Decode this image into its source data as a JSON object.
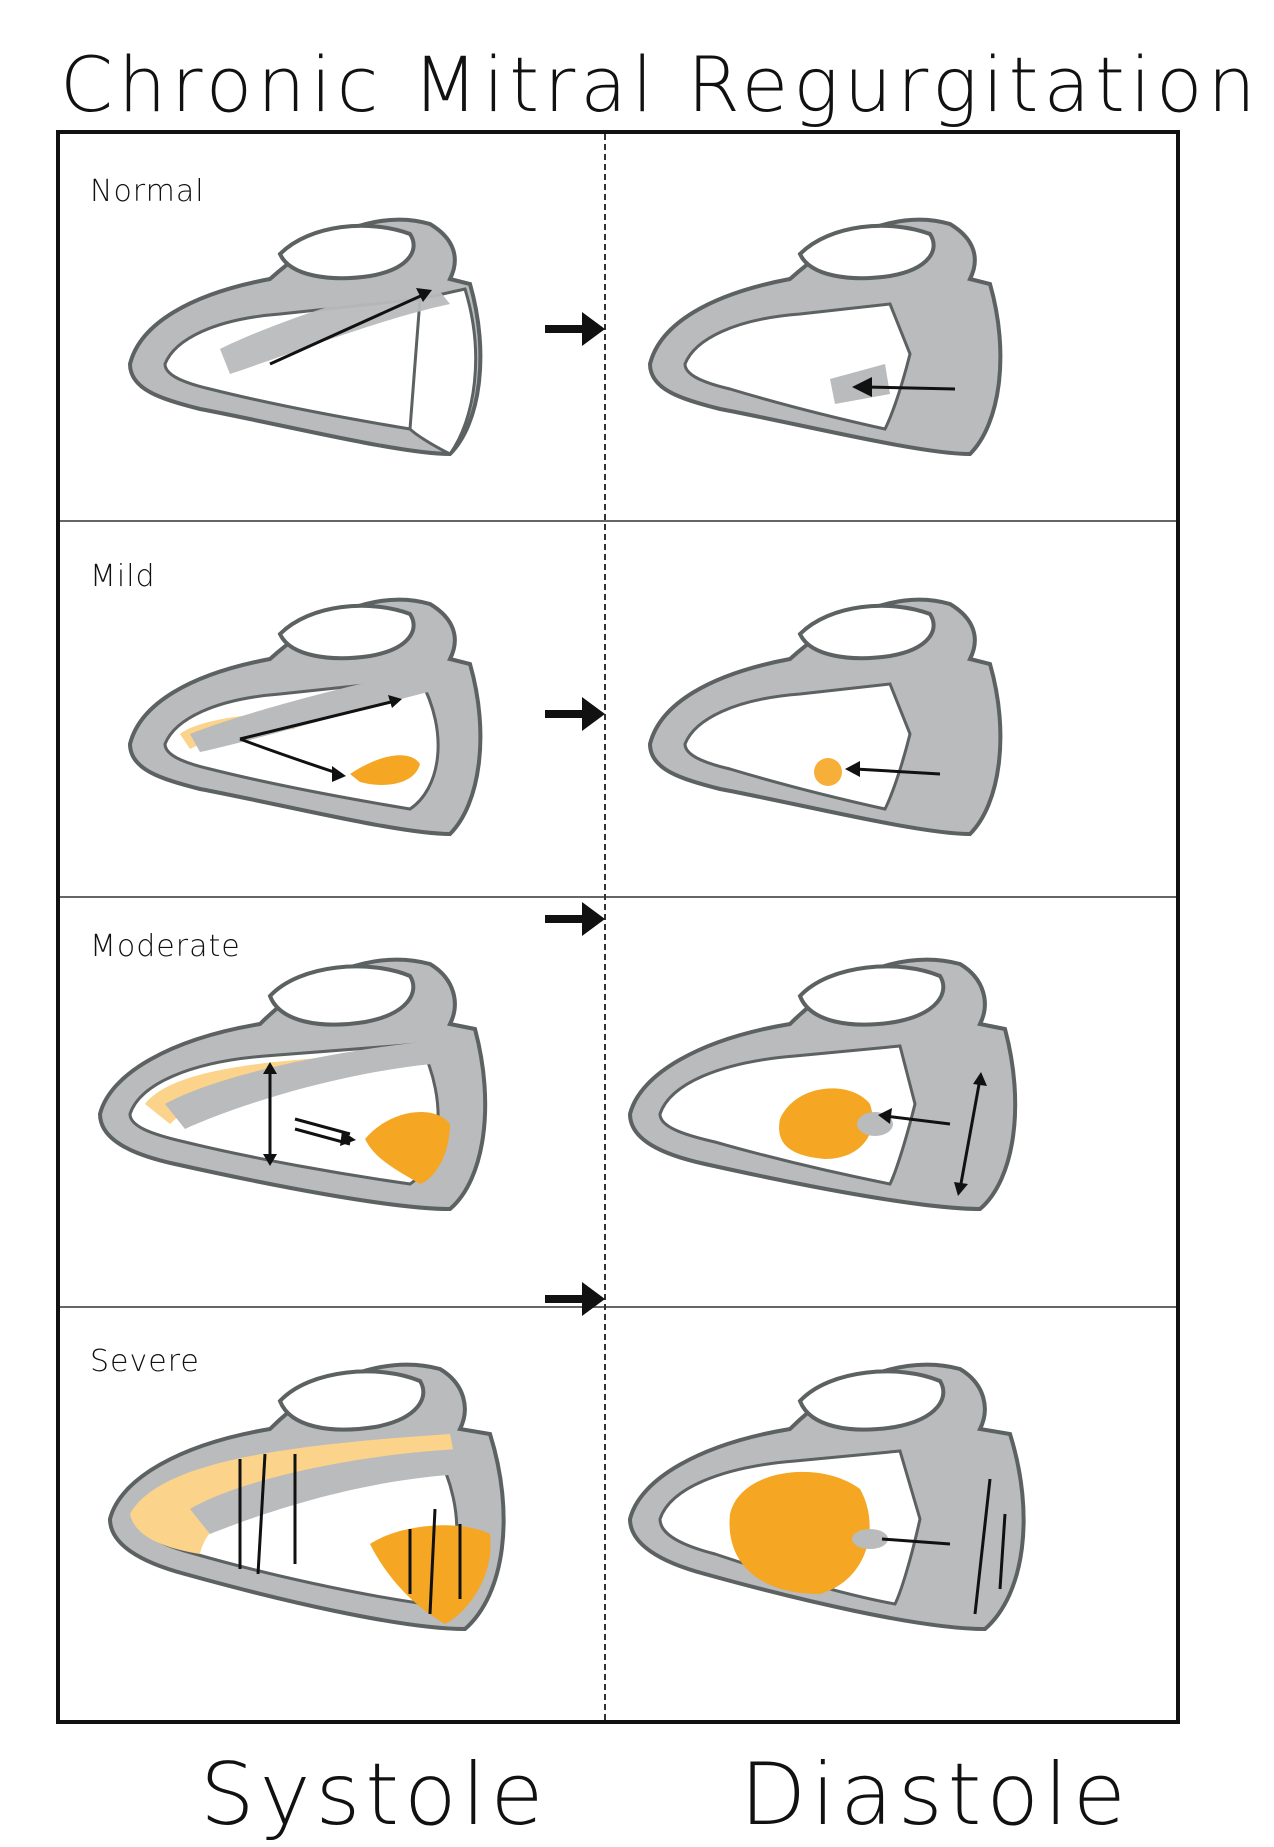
{
  "title": "Chronic Mitral Regurgitation",
  "rows": [
    {
      "label": "Normal"
    },
    {
      "label": "Mild"
    },
    {
      "label": "Moderate"
    },
    {
      "label": "Severe"
    }
  ],
  "columns": {
    "systole": "Systole",
    "diastole": "Diastole"
  },
  "colors": {
    "wall": "#b9bbbc",
    "outline": "#5c6162",
    "regurgitant_jet": "#f5a623",
    "regurgitant_light": "#fbd38a",
    "arrow": "#111111"
  }
}
